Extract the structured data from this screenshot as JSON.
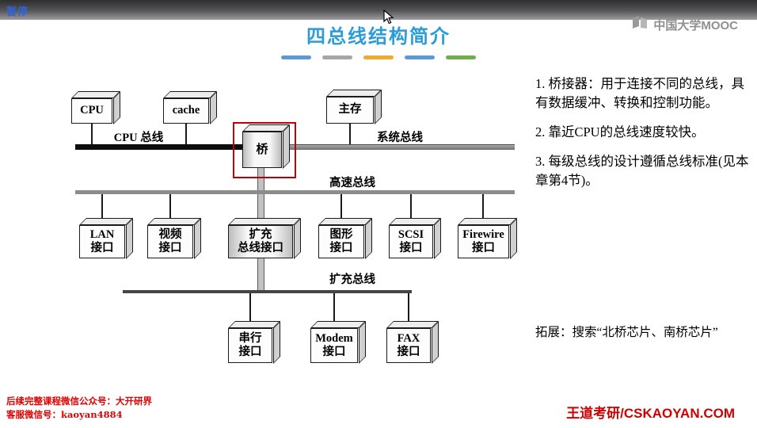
{
  "player": {
    "pause_label": "暂停"
  },
  "header": {
    "title": "四总线结构简介",
    "brand": "中国大学MOOC",
    "dash_colors": [
      "#5b9bd5",
      "#a6a6a6",
      "#edab2f",
      "#5b9bd5",
      "#6fae4e"
    ]
  },
  "diagram": {
    "boxes": {
      "cpu": "CPU",
      "cache": "cache",
      "memory": "主存",
      "bridge": "桥",
      "lan": "LAN\n接口",
      "video": "视频\n接口",
      "expansion_if": "扩充\n总线接口",
      "graphics": "图形\n接口",
      "scsi": "SCSI\n接口",
      "firewire": "Firewire\n接口",
      "serial": "串行\n接口",
      "modem": "Modem\n接口",
      "fax": "FAX\n接口"
    },
    "bus_labels": {
      "cpu_bus": "CPU 总线",
      "system_bus": "系统总线",
      "high_speed_bus": "高速总线",
      "expansion_bus": "扩充总线"
    }
  },
  "notes": {
    "item1": "1. 桥接器：用于连接不同的总线，具有数据缓冲、转换和控制功能。",
    "item2": "2. 靠近CPU的总线速度较快。",
    "item3": "3. 每级总线的设计遵循总线标准(见本章第4节)。",
    "extension": "拓展：搜索“北桥芯片、南桥芯片”"
  },
  "footer": {
    "left_line1": "后续完整课程微信公众号：大开研界",
    "left_line2": "客服微信号：kaoyan4884",
    "right": "王道考研/CSKAOYAN.COM"
  },
  "colors": {
    "title": "#2b9cd8",
    "accent_red": "#c00000"
  }
}
